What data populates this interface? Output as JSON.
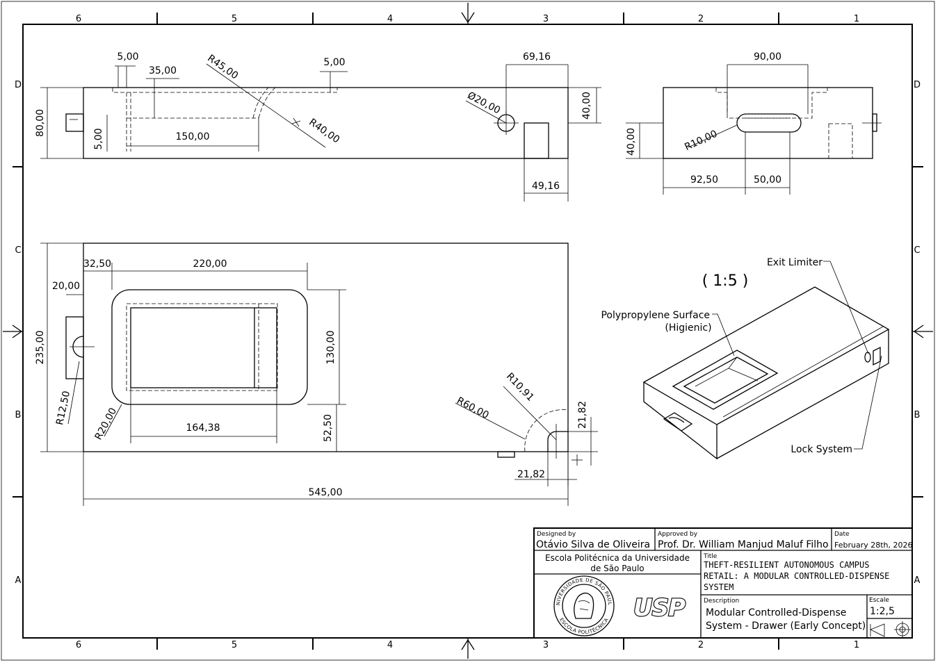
{
  "zones": {
    "columns": [
      "6",
      "5",
      "4",
      "3",
      "2",
      "1"
    ],
    "rows": [
      "D",
      "C",
      "B",
      "A"
    ]
  },
  "top_view": {
    "dims": [
      "5,00",
      "35,00",
      "R45,00",
      "5,00",
      "69,16",
      "80,00",
      "Ø20,00",
      "40,00",
      "R40,00",
      "5,00",
      "150,00",
      "49,16"
    ]
  },
  "side_view": {
    "dims": [
      "90,00",
      "R10,00",
      "40,00",
      "92,50",
      "50,00"
    ]
  },
  "front_view": {
    "dims": [
      "32,50",
      "220,00",
      "20,00",
      "235,00",
      "130,00",
      "R12,50",
      "R20,00",
      "164,38",
      "52,50",
      "R10,91",
      "R60,00",
      "21,82",
      "21,82",
      "545,00"
    ]
  },
  "iso_view": {
    "scale_label": "( 1:5 )",
    "callouts": {
      "exit_limiter": "Exit Limiter",
      "surface_line1": "Polypropylene Surface",
      "surface_line2": "(Higienic)",
      "lock_system": "Lock System"
    }
  },
  "title_block": {
    "designed_by_label": "Designed by",
    "designed_by": "Otávio Silva de Oliveira",
    "approved_by_label": "Approved by",
    "approved_by": "Prof. Dr. William Manjud Maluf Filho",
    "date_label": "Date",
    "date": "February 28th, 2026",
    "school_line1": "Escola Politécnica da Universidade",
    "school_line2": "de São Paulo",
    "title_label": "Title",
    "title_line1": "THEFT-RESILIENT AUTONOMOUS CAMPUS",
    "title_line2": "RETAIL: A MODULAR CONTROLLED-DISPENSE",
    "title_line3": "SYSTEM",
    "description_label": "Description",
    "description_line1": "Modular Controlled-Dispense",
    "description_line2": "System - Drawer (Early Concept)",
    "scale_label": "Escale",
    "scale": "1:2,5",
    "seal_text_top": "UNIVERSIDADE DE SÃO PAULO",
    "seal_text_bottom": "ESCOLA POLITÉCNICA",
    "logo_text": "USP"
  }
}
